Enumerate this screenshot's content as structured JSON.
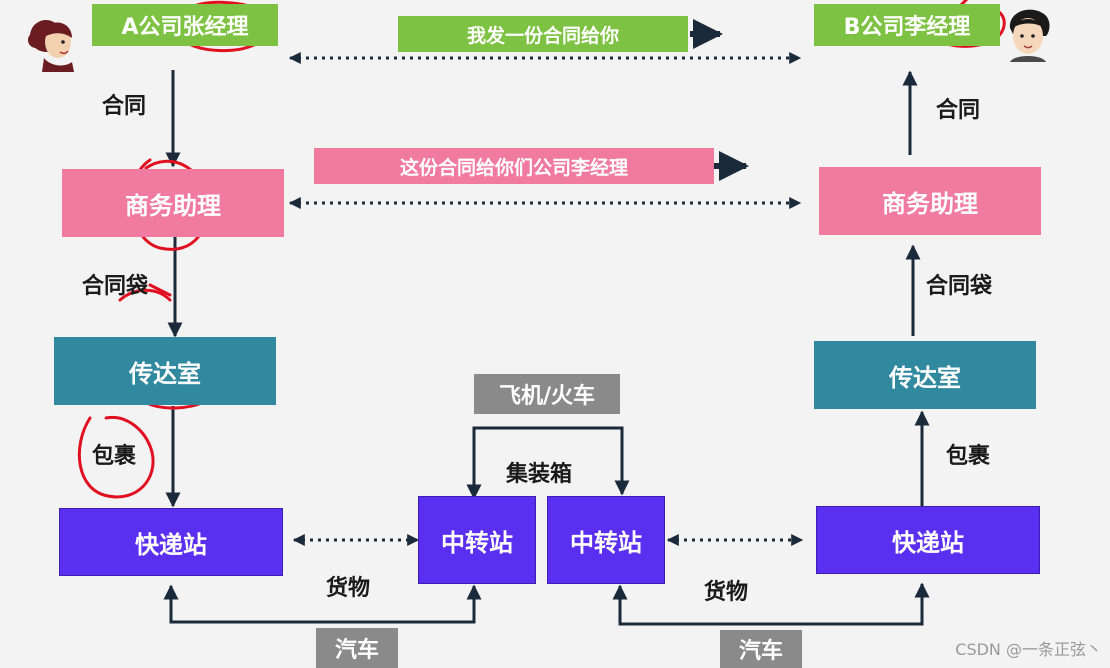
{
  "people": {
    "a_manager": "A公司张经理",
    "b_manager": "B公司李经理"
  },
  "messages": {
    "top": "我发一份合同给你",
    "middle": "这份合同给你们公司李经理"
  },
  "nodes": {
    "left_assistant": "商务助理",
    "right_assistant": "商务助理",
    "left_mailroom": "传达室",
    "right_mailroom": "传达室",
    "left_courier": "快递站",
    "right_courier": "快递站",
    "left_transfer": "中转站",
    "right_transfer": "中转站"
  },
  "transport": {
    "air_rail": "飞机/火车",
    "car_left": "汽车",
    "car_right": "汽车"
  },
  "edge_labels": {
    "left_contract": "合同",
    "right_contract": "合同",
    "left_envelope": "合同袋",
    "right_envelope": "合同袋",
    "left_parcel": "包裹",
    "right_parcel": "包裹",
    "container": "集装箱",
    "left_goods": "货物",
    "right_goods": "货物"
  },
  "watermark": "CSDN @一条正弦丶",
  "colors": {
    "green": "#7dc242",
    "pink": "#f07aa0",
    "teal": "#31899f",
    "purple": "#5b2ff0",
    "gray": "#8a8a8a",
    "arrow": "#1b2a3a",
    "annotation": "#e01020"
  },
  "icons": [
    "woman-avatar-icon",
    "man-avatar-icon"
  ]
}
